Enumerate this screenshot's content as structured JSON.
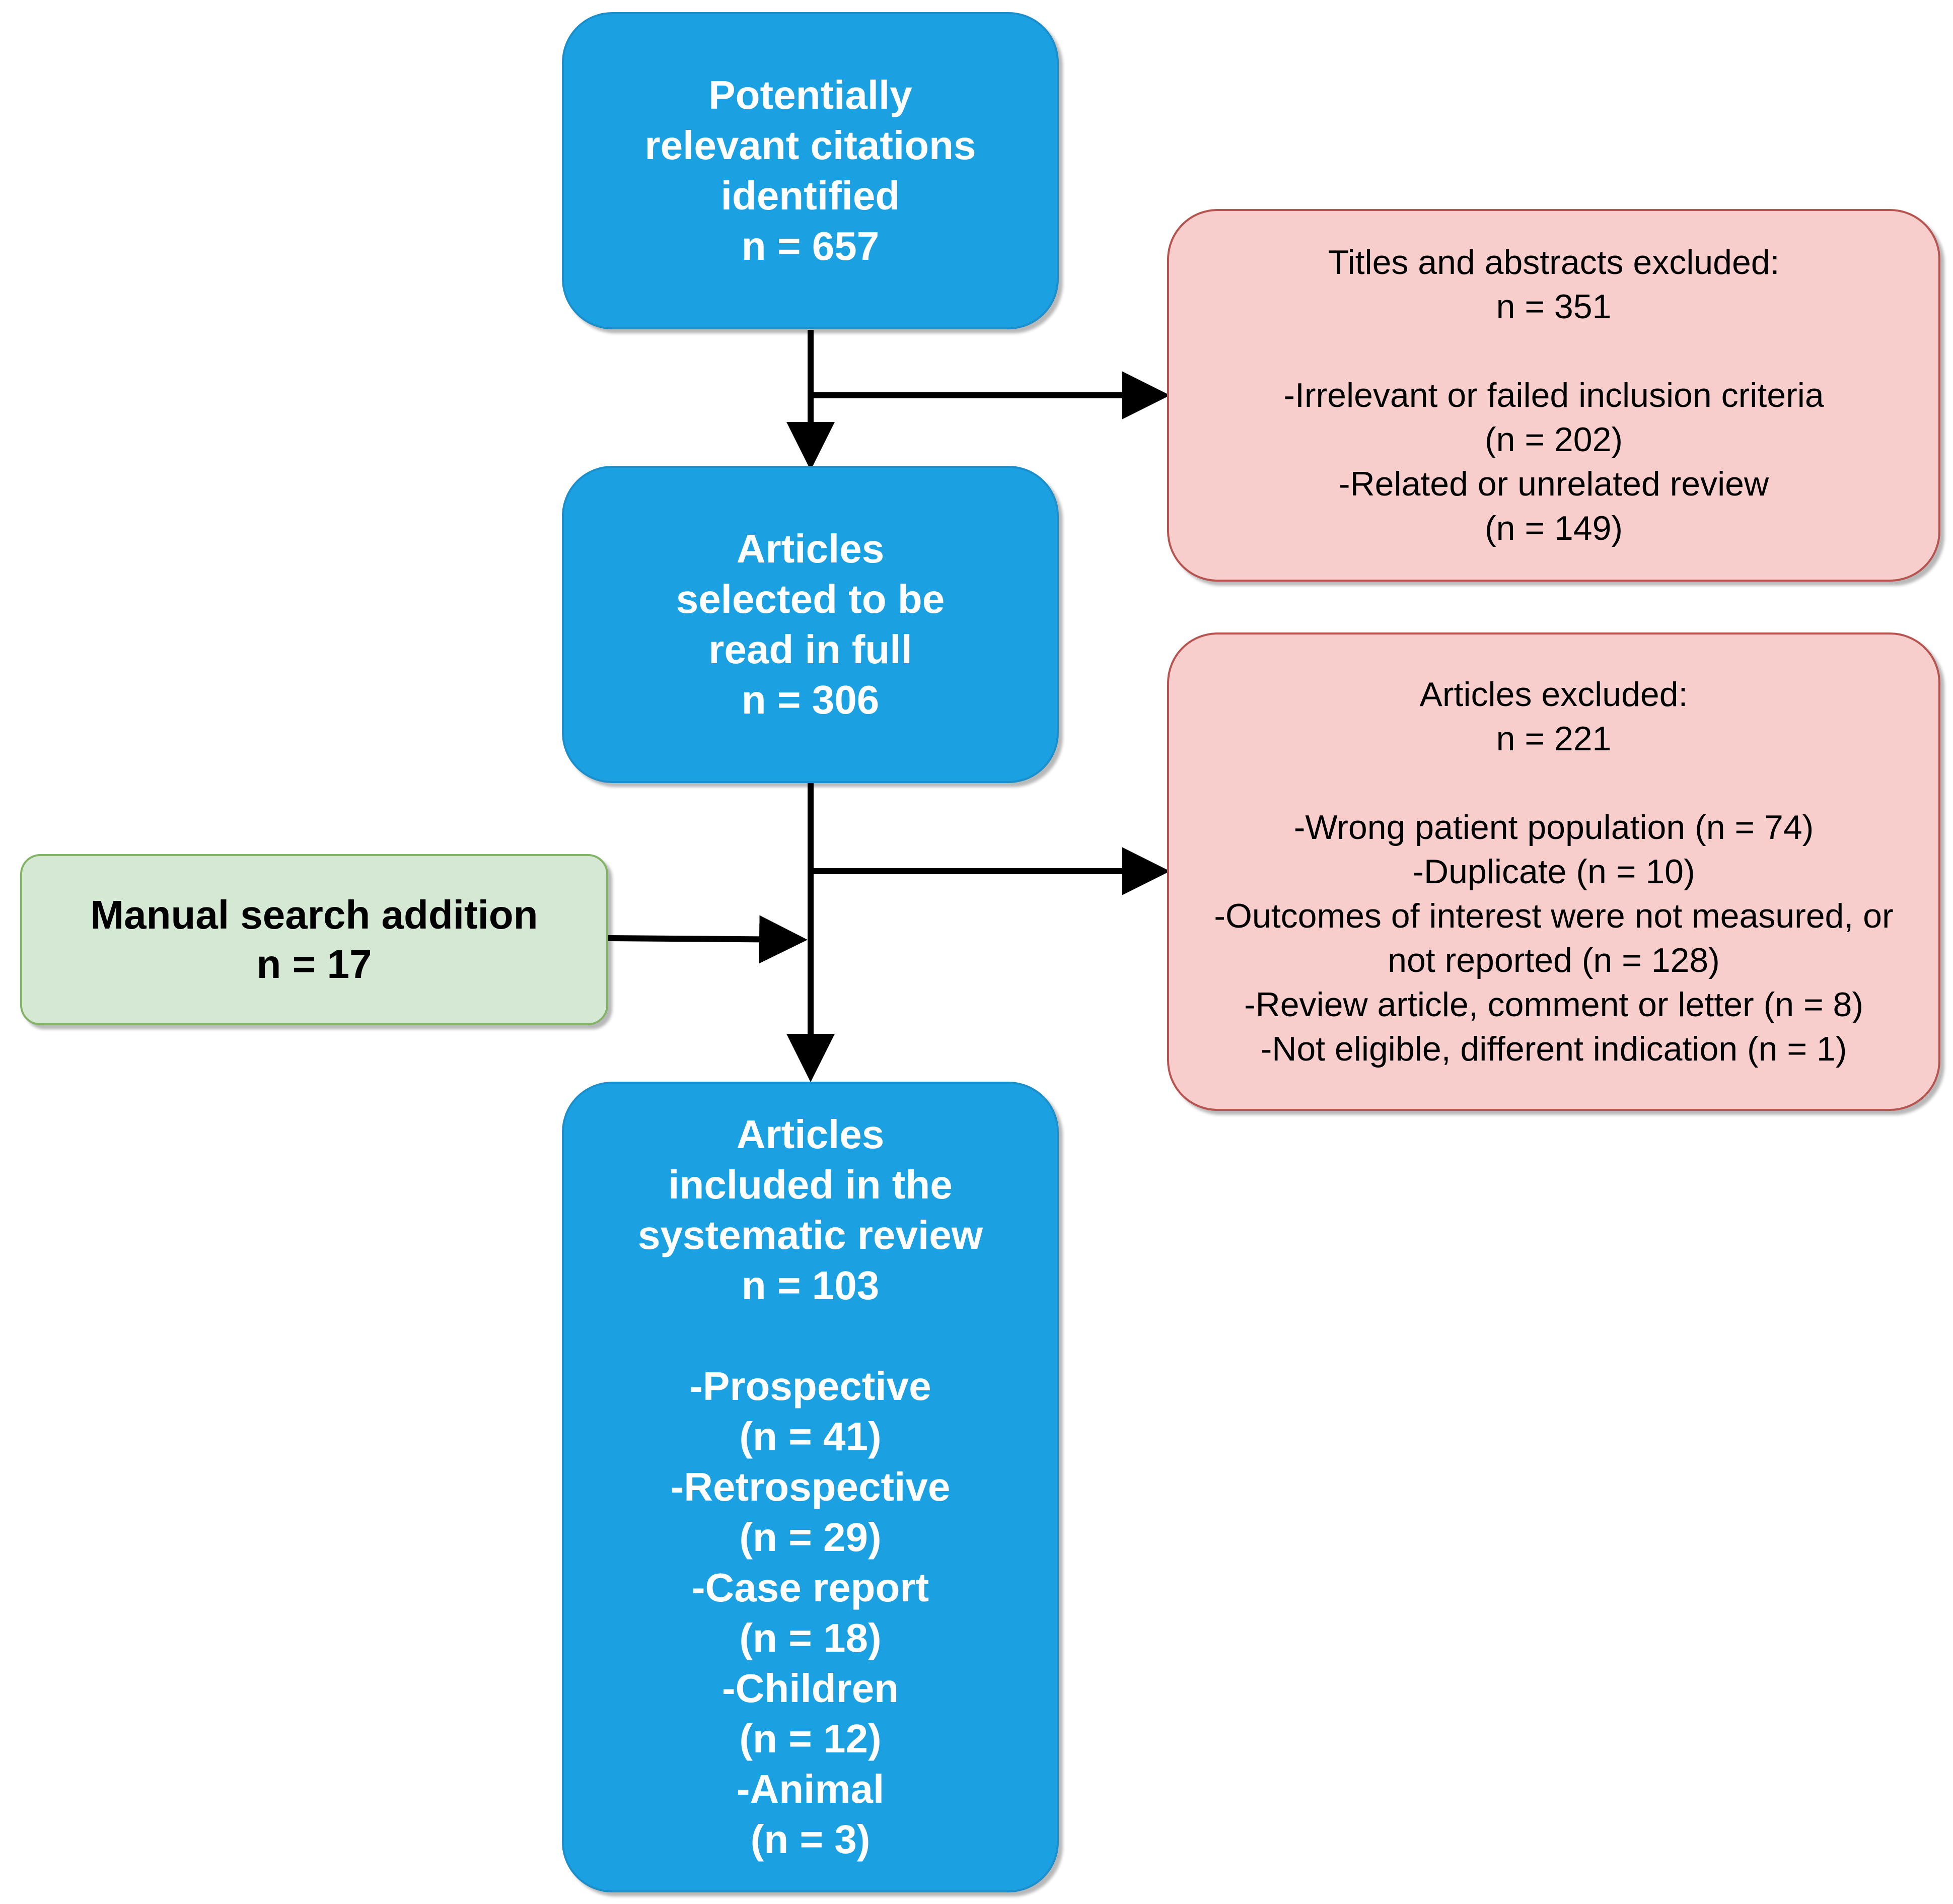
{
  "box_identified": {
    "lines": [
      "Potentially",
      "relevant citations",
      "identified",
      "n = 657"
    ]
  },
  "box_excluded_titles": {
    "heading": "Titles and abstracts excluded:",
    "count": "n = 351",
    "items": [
      "-Irrelevant or failed inclusion criteria",
      "(n = 202)",
      "-Related or unrelated review",
      "(n = 149)"
    ]
  },
  "box_full_read": {
    "lines": [
      "Articles",
      "selected to be",
      "read in full",
      "n = 306"
    ]
  },
  "box_excluded_articles": {
    "heading": "Articles excluded:",
    "count": "n = 221",
    "items": [
      "-Wrong patient population (n = 74)",
      "-Duplicate (n = 10)",
      "-Outcomes of interest were not measured, or",
      "not reported (n = 128)",
      "-Review article, comment or letter (n = 8)",
      "-Not eligible, different indication (n = 1)"
    ]
  },
  "box_manual": {
    "lines": [
      "Manual search addition",
      "n = 17"
    ]
  },
  "box_included": {
    "lines": [
      "Articles",
      "included in the",
      "systematic review",
      "n = 103"
    ],
    "items": [
      "-Prospective",
      "(n = 41)",
      "-Retrospective",
      "(n = 29)",
      "-Case report",
      "(n = 18)",
      "-Children",
      "(n = 12)",
      "-Animal",
      "(n = 3)"
    ]
  },
  "colors": {
    "main_box": "#1ba1e2",
    "excluded_box": "#f8cecc",
    "manual_box": "#d5e8d4",
    "arrow": "#000000"
  }
}
